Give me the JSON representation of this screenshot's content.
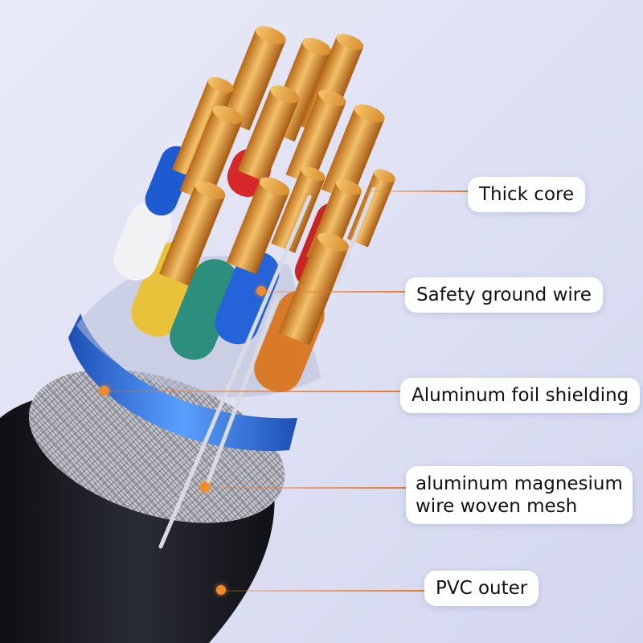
{
  "labels": {
    "thick_core": "Thick core",
    "ground_wire": "Safety ground wire",
    "foil": "Aluminum foil shielding",
    "mesh_line1": "aluminum magnesium",
    "mesh_line2": "wire woven mesh",
    "pvc": "PVC outer"
  },
  "colors": {
    "background": "#dfe1f4",
    "accent_line": "#e8782a",
    "copper": "#e0a24a",
    "jacket": "#1a1c22",
    "foil_blue": "#2f6fd6"
  }
}
